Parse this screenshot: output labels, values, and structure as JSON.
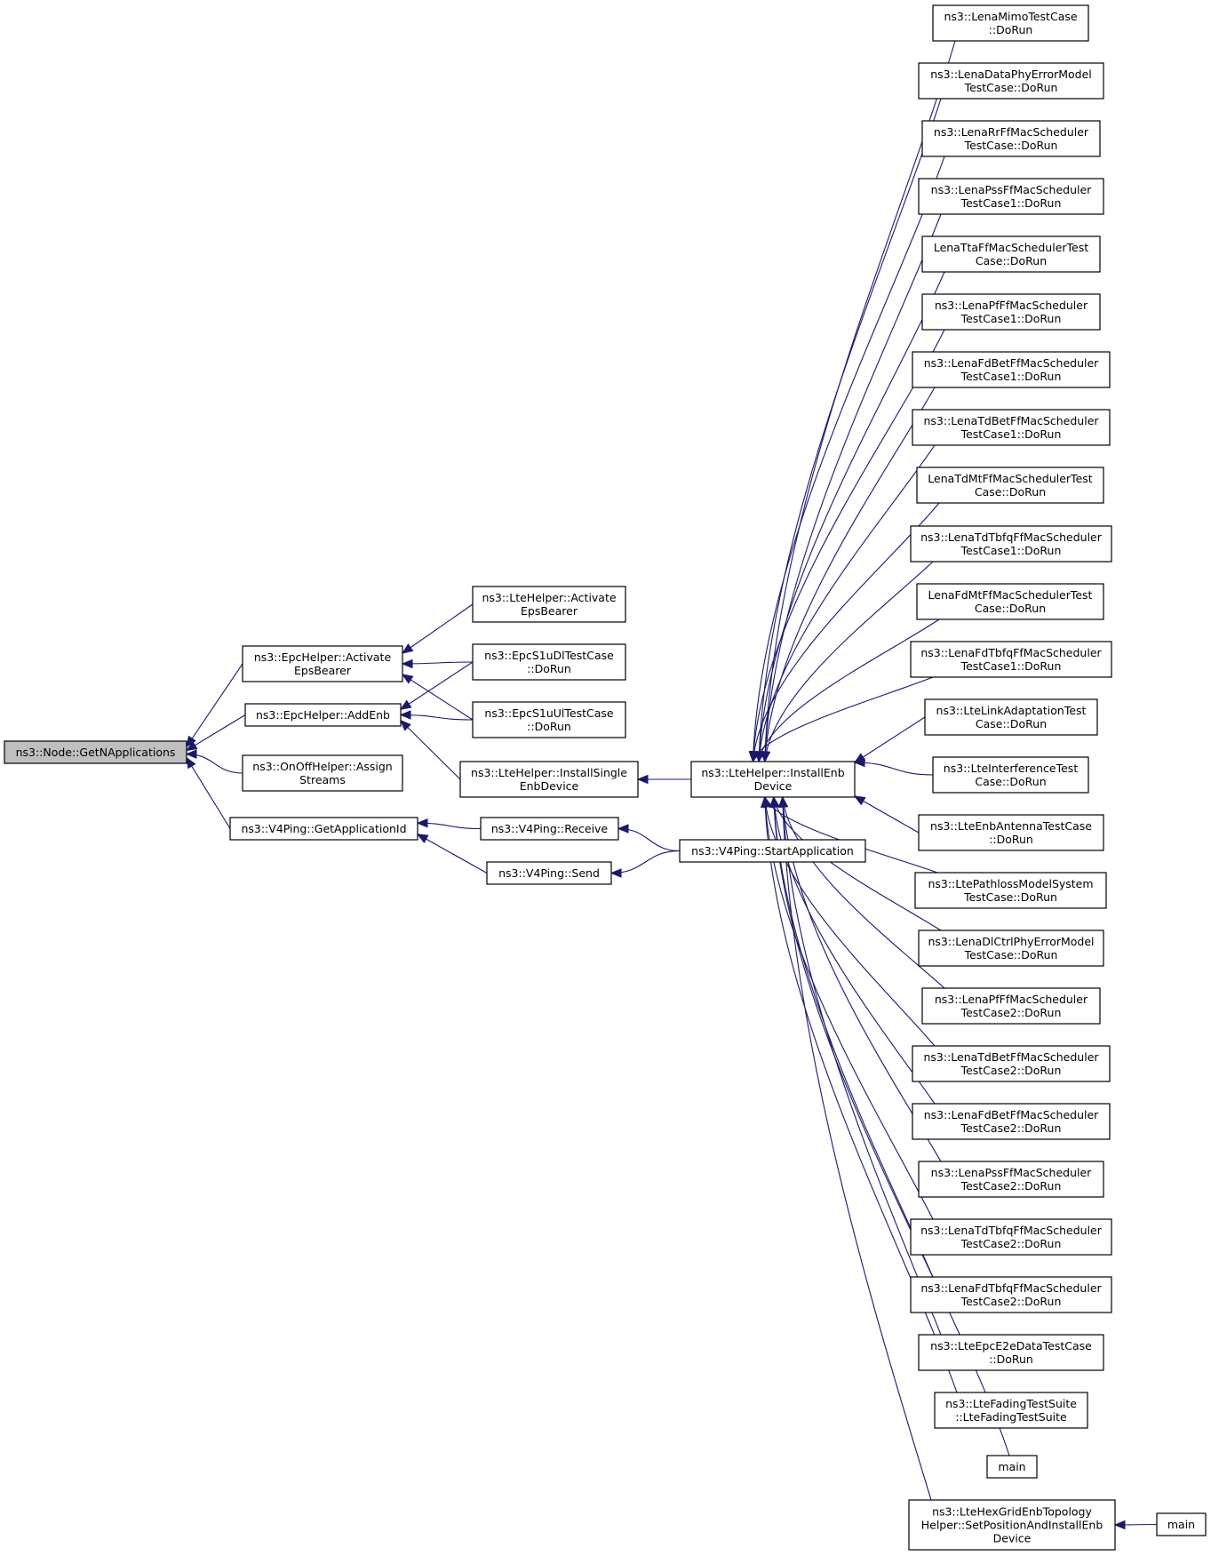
{
  "diagram": {
    "colors": {
      "edge": "#191970",
      "root_fill": "#bfbfbf",
      "node_fill": "#ffffff",
      "node_border": "#000000"
    },
    "nodes": [
      {
        "id": "root",
        "lines": [
          "ns3::Node::GetNApplications"
        ],
        "highlighted": true
      },
      {
        "id": "epc_act",
        "lines": [
          "ns3::EpcHelper::Activate",
          "EpsBearer"
        ]
      },
      {
        "id": "epc_addenb",
        "lines": [
          "ns3::EpcHelper::AddEnb"
        ]
      },
      {
        "id": "onoff",
        "lines": [
          "ns3::OnOffHelper::Assign",
          "Streams"
        ]
      },
      {
        "id": "v4_getappid",
        "lines": [
          "ns3::V4Ping::GetApplicationId"
        ]
      },
      {
        "id": "lte_act",
        "lines": [
          "ns3::LteHelper::Activate",
          "EpsBearer"
        ]
      },
      {
        "id": "epcdl",
        "lines": [
          "ns3::EpcS1uDlTestCase",
          "::DoRun"
        ]
      },
      {
        "id": "epcul",
        "lines": [
          "ns3::EpcS1uUlTestCase",
          "::DoRun"
        ]
      },
      {
        "id": "lte_single",
        "lines": [
          "ns3::LteHelper::InstallSingle",
          "EnbDevice"
        ]
      },
      {
        "id": "v4_recv",
        "lines": [
          "ns3::V4Ping::Receive"
        ]
      },
      {
        "id": "v4_send",
        "lines": [
          "ns3::V4Ping::Send"
        ]
      },
      {
        "id": "lte_enb",
        "lines": [
          "ns3::LteHelper::InstallEnb",
          "Device"
        ]
      },
      {
        "id": "v4_start",
        "lines": [
          "ns3::V4Ping::StartApplication"
        ]
      },
      {
        "id": "t_mimo",
        "lines": [
          "ns3::LenaMimoTestCase",
          "::DoRun"
        ]
      },
      {
        "id": "t_dataphy",
        "lines": [
          "ns3::LenaDataPhyErrorModel",
          "TestCase::DoRun"
        ]
      },
      {
        "id": "t_rr",
        "lines": [
          "ns3::LenaRrFfMacScheduler",
          "TestCase::DoRun"
        ]
      },
      {
        "id": "t_pss1",
        "lines": [
          "ns3::LenaPssFfMacScheduler",
          "TestCase1::DoRun"
        ]
      },
      {
        "id": "t_tta",
        "lines": [
          "LenaTtaFfMacSchedulerTest",
          "Case::DoRun"
        ]
      },
      {
        "id": "t_pf1",
        "lines": [
          "ns3::LenaPfFfMacScheduler",
          "TestCase1::DoRun"
        ]
      },
      {
        "id": "t_fdbet1",
        "lines": [
          "ns3::LenaFdBetFfMacScheduler",
          "TestCase1::DoRun"
        ]
      },
      {
        "id": "t_tdbet1",
        "lines": [
          "ns3::LenaTdBetFfMacScheduler",
          "TestCase1::DoRun"
        ]
      },
      {
        "id": "t_tdmt",
        "lines": [
          "LenaTdMtFfMacSchedulerTest",
          "Case::DoRun"
        ]
      },
      {
        "id": "t_tdtbfq1",
        "lines": [
          "ns3::LenaTdTbfqFfMacScheduler",
          "TestCase1::DoRun"
        ]
      },
      {
        "id": "t_fdmt",
        "lines": [
          "LenaFdMtFfMacSchedulerTest",
          "Case::DoRun"
        ]
      },
      {
        "id": "t_fdtbfq1",
        "lines": [
          "ns3::LenaFdTbfqFfMacScheduler",
          "TestCase1::DoRun"
        ]
      },
      {
        "id": "t_linkadapt",
        "lines": [
          "ns3::LteLinkAdaptationTest",
          "Case::DoRun"
        ]
      },
      {
        "id": "t_interf",
        "lines": [
          "ns3::LteInterferenceTest",
          "Case::DoRun"
        ]
      },
      {
        "id": "t_antenna",
        "lines": [
          "ns3::LteEnbAntennaTestCase",
          "::DoRun"
        ]
      },
      {
        "id": "t_pathloss",
        "lines": [
          "ns3::LtePathlossModelSystem",
          "TestCase::DoRun"
        ]
      },
      {
        "id": "t_dlctrl",
        "lines": [
          "ns3::LenaDlCtrlPhyErrorModel",
          "TestCase::DoRun"
        ]
      },
      {
        "id": "t_pf2",
        "lines": [
          "ns3::LenaPfFfMacScheduler",
          "TestCase2::DoRun"
        ]
      },
      {
        "id": "t_tdbet2",
        "lines": [
          "ns3::LenaTdBetFfMacScheduler",
          "TestCase2::DoRun"
        ]
      },
      {
        "id": "t_fdbet2",
        "lines": [
          "ns3::LenaFdBetFfMacScheduler",
          "TestCase2::DoRun"
        ]
      },
      {
        "id": "t_pss2",
        "lines": [
          "ns3::LenaPssFfMacScheduler",
          "TestCase2::DoRun"
        ]
      },
      {
        "id": "t_tdtbfq2",
        "lines": [
          "ns3::LenaTdTbfqFfMacScheduler",
          "TestCase2::DoRun"
        ]
      },
      {
        "id": "t_fdtbfq2",
        "lines": [
          "ns3::LenaFdTbfqFfMacScheduler",
          "TestCase2::DoRun"
        ]
      },
      {
        "id": "t_e2e",
        "lines": [
          "ns3::LteEpcE2eDataTestCase",
          "::DoRun"
        ]
      },
      {
        "id": "t_fading",
        "lines": [
          "ns3::LteFadingTestSuite",
          "::LteFadingTestSuite"
        ]
      },
      {
        "id": "main1",
        "lines": [
          "main"
        ]
      },
      {
        "id": "hexgrid",
        "lines": [
          "ns3::LteHexGridEnbTopology",
          "Helper::SetPositionAndInstallEnb",
          "Device"
        ]
      },
      {
        "id": "main2",
        "lines": [
          "main"
        ]
      }
    ],
    "edges": [
      {
        "from": "epc_act",
        "to": "root"
      },
      {
        "from": "epc_addenb",
        "to": "root"
      },
      {
        "from": "onoff",
        "to": "root"
      },
      {
        "from": "v4_getappid",
        "to": "root"
      },
      {
        "from": "lte_act",
        "to": "epc_act"
      },
      {
        "from": "epcdl",
        "to": "epc_act"
      },
      {
        "from": "epcul",
        "to": "epc_act"
      },
      {
        "from": "epcdl",
        "to": "epc_addenb"
      },
      {
        "from": "epcul",
        "to": "epc_addenb"
      },
      {
        "from": "lte_single",
        "to": "epc_addenb"
      },
      {
        "from": "v4_recv",
        "to": "v4_getappid"
      },
      {
        "from": "v4_send",
        "to": "v4_getappid"
      },
      {
        "from": "lte_enb",
        "to": "lte_single"
      },
      {
        "from": "v4_start",
        "to": "v4_recv"
      },
      {
        "from": "v4_start",
        "to": "v4_send"
      },
      {
        "from": "t_mimo",
        "to": "lte_enb"
      },
      {
        "from": "t_dataphy",
        "to": "lte_enb"
      },
      {
        "from": "t_rr",
        "to": "lte_enb"
      },
      {
        "from": "t_pss1",
        "to": "lte_enb"
      },
      {
        "from": "t_tta",
        "to": "lte_enb"
      },
      {
        "from": "t_pf1",
        "to": "lte_enb"
      },
      {
        "from": "t_fdbet1",
        "to": "lte_enb"
      },
      {
        "from": "t_tdbet1",
        "to": "lte_enb"
      },
      {
        "from": "t_tdmt",
        "to": "lte_enb"
      },
      {
        "from": "t_tdtbfq1",
        "to": "lte_enb"
      },
      {
        "from": "t_fdmt",
        "to": "lte_enb"
      },
      {
        "from": "t_fdtbfq1",
        "to": "lte_enb"
      },
      {
        "from": "t_linkadapt",
        "to": "lte_enb"
      },
      {
        "from": "t_interf",
        "to": "lte_enb"
      },
      {
        "from": "t_antenna",
        "to": "lte_enb"
      },
      {
        "from": "t_pathloss",
        "to": "lte_enb"
      },
      {
        "from": "t_dlctrl",
        "to": "lte_enb"
      },
      {
        "from": "t_pf2",
        "to": "lte_enb"
      },
      {
        "from": "t_tdbet2",
        "to": "lte_enb"
      },
      {
        "from": "t_fdbet2",
        "to": "lte_enb"
      },
      {
        "from": "t_pss2",
        "to": "lte_enb"
      },
      {
        "from": "t_tdtbfq2",
        "to": "lte_enb"
      },
      {
        "from": "t_fdtbfq2",
        "to": "lte_enb"
      },
      {
        "from": "t_e2e",
        "to": "lte_enb"
      },
      {
        "from": "t_fading",
        "to": "lte_enb"
      },
      {
        "from": "main1",
        "to": "lte_enb"
      },
      {
        "from": "hexgrid",
        "to": "lte_enb"
      },
      {
        "from": "main2",
        "to": "hexgrid"
      }
    ]
  }
}
